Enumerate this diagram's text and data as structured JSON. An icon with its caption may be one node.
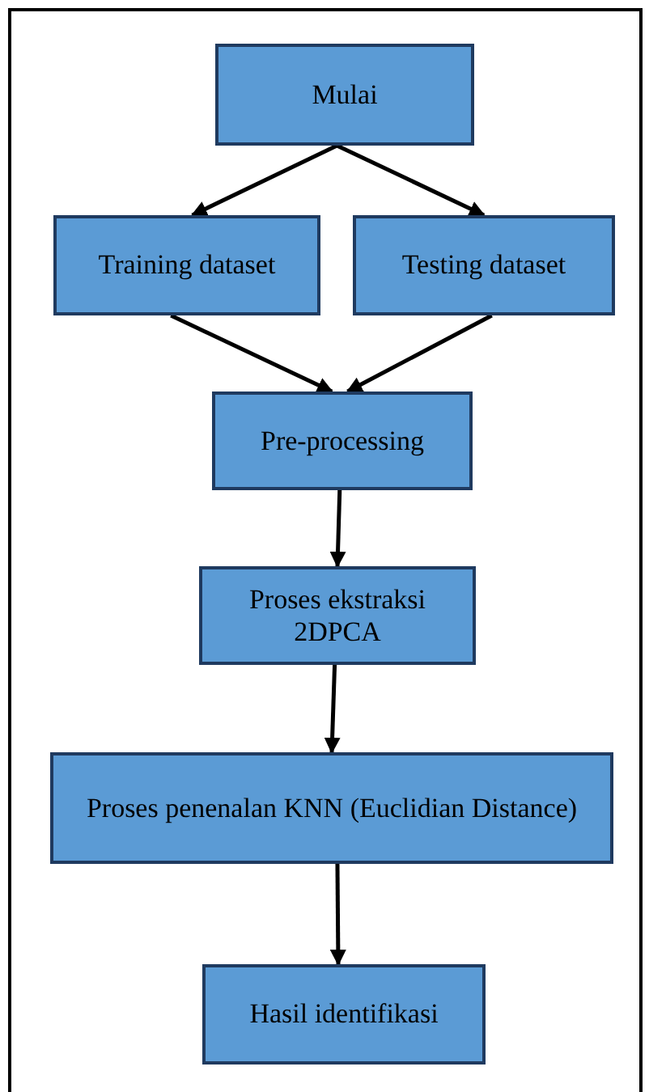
{
  "diagram": {
    "nodes": [
      {
        "text": [
          "Mulai"
        ]
      },
      {
        "text": [
          "Training dataset"
        ]
      },
      {
        "text": [
          "Testing dataset"
        ]
      },
      {
        "text": [
          "Pre-processing"
        ]
      },
      {
        "text": [
          "Proses ekstraksi 2DPCA"
        ]
      },
      {
        "text": [
          "Proses penenalan KNN (Euclidian Distance)"
        ]
      },
      {
        "text": [
          "Hasil identifikasi"
        ]
      }
    ],
    "edges": [
      {
        "from": 0,
        "to": 1,
        "arrow": "to"
      },
      {
        "from": 0,
        "to": 2,
        "arrow": "to"
      },
      {
        "from": 1,
        "to": 3,
        "arrow": "to"
      },
      {
        "from": 2,
        "to": 3,
        "arrow": "to"
      },
      {
        "from": 3,
        "to": 4,
        "arrow": "to"
      },
      {
        "from": 4,
        "to": 5,
        "arrow": "to"
      },
      {
        "from": 5,
        "to": 6,
        "arrow": "to"
      }
    ]
  }
}
